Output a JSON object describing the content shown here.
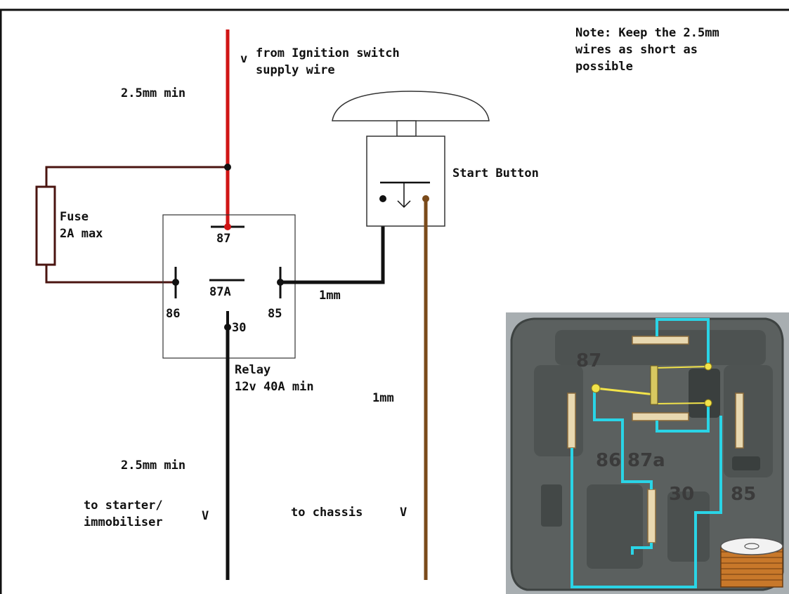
{
  "note": {
    "line1": "Note: Keep the 2.5mm",
    "line2": "wires as short as",
    "line3": "possible"
  },
  "ignition": {
    "arrow": "v",
    "line1": "from Ignition switch",
    "line2": "supply wire",
    "gauge": "2.5mm min"
  },
  "fuse": {
    "line1": "Fuse",
    "line2": "2A max"
  },
  "start_button": {
    "label": "Start Button"
  },
  "relay": {
    "pin_87": "87",
    "pin_87a": "87A",
    "pin_86": "86",
    "pin_85": "85",
    "pin_30": "30",
    "line1": "Relay",
    "line2": "12v 40A min"
  },
  "wire_85_gauge": "1mm",
  "chassis_wire": {
    "gauge": "1mm",
    "label": "to chassis",
    "arrow": "V"
  },
  "starter_wire": {
    "gauge": "2.5mm min",
    "line1": "to starter/",
    "line2": "immobiliser",
    "arrow": "V"
  },
  "photo_labels": {
    "p87": "87",
    "p86": "86",
    "p87a": "87a",
    "p30": "30",
    "p85": "85"
  },
  "colors": {
    "ignition_wire": "#d01515",
    "fuse_wire": "#4a1410",
    "signal_wire": "#111111",
    "chassis_wire": "#7a4a1a",
    "photo_trace": "#2ad4e6",
    "photo_coil_link": "#f2e34a"
  }
}
